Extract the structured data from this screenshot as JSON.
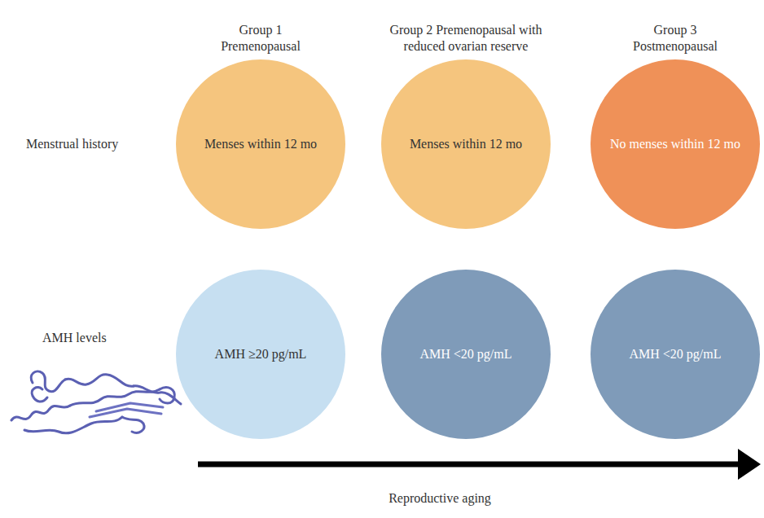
{
  "diagram": {
    "nodes": [
      {
        "text": [
          "Group 1 Premenopausal",
          "Menses within 12 mo"
        ]
      },
      {
        "text": [
          "Group 2 Premenopausal with reduced ovarian reserve",
          "Menses within 12 mo"
        ]
      },
      {
        "text": [
          "Group 3 Postmenopausal",
          "No menses within 12 mo"
        ]
      },
      {
        "text": [
          "AMH ≥20 pg/mL"
        ]
      },
      {
        "text": [
          "AMH <20 pg/mL"
        ]
      },
      {
        "text": [
          "AMH <20 pg/mL"
        ]
      }
    ],
    "labels": [
      "Menstrual history",
      "AMH levels",
      "Reproductive aging"
    ]
  }
}
